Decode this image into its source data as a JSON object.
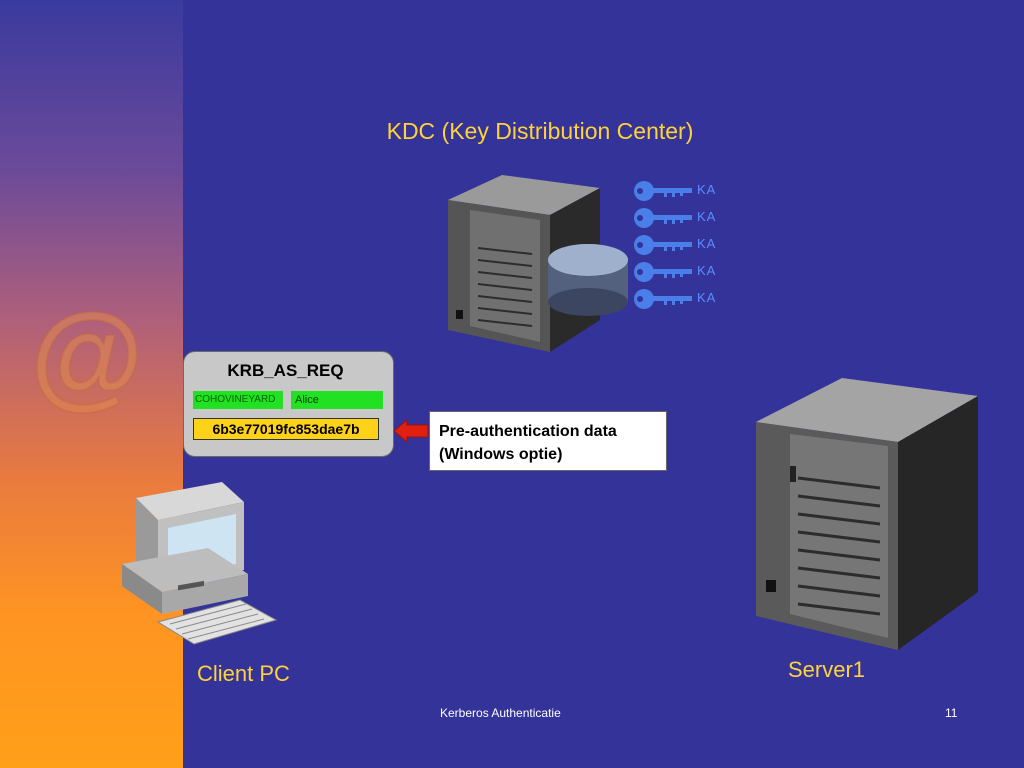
{
  "slide": {
    "title": "KDC (Key Distribution Center)",
    "keys": [
      "KA",
      "KA",
      "KA",
      "KA",
      "KA"
    ],
    "request": {
      "title": "KRB_AS_REQ",
      "realm": "COHOVINEYARD",
      "user": "Alice",
      "hash": "6b3e77019fc853dae7b"
    },
    "callout": {
      "line1": "Pre-authentication data",
      "line2": "(Windows optie)"
    },
    "labels": {
      "client": "Client PC",
      "server": "Server1"
    },
    "footer": {
      "text": "Kerberos Authenticatie",
      "page_number": "11"
    }
  },
  "colors": {
    "background": "#333399",
    "title_text": "#ffd23a",
    "key_color": "#5b8dff",
    "field_green": "#22e022",
    "hash_yellow": "#ffd21a",
    "arrow_red": "#e02010"
  },
  "icons": [
    "at-sign-icon",
    "server-icon",
    "database-icon",
    "key-icon",
    "computer-icon",
    "arrow-left-icon"
  ]
}
